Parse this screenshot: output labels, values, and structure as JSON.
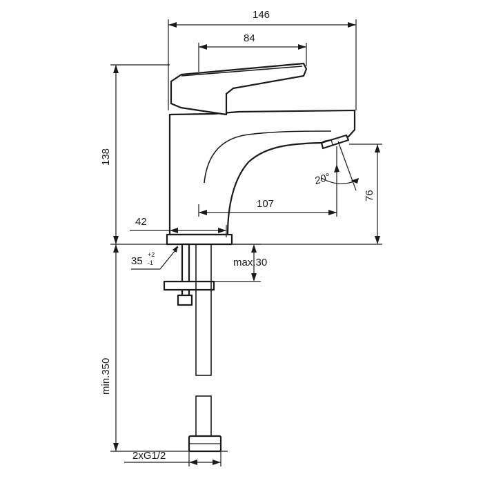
{
  "dimensions": {
    "width_total": "146",
    "lever_length": "84",
    "height_total": "138",
    "spout_reach": "107",
    "spout_height": "76",
    "spout_angle": "20°",
    "base_offset": "42",
    "hole_diameter": "35",
    "hole_tol_plus": "+2",
    "hole_tol_minus": "-1",
    "max_thickness": "max.30",
    "hose_length": "min.350",
    "connection": "2xG1/2"
  }
}
